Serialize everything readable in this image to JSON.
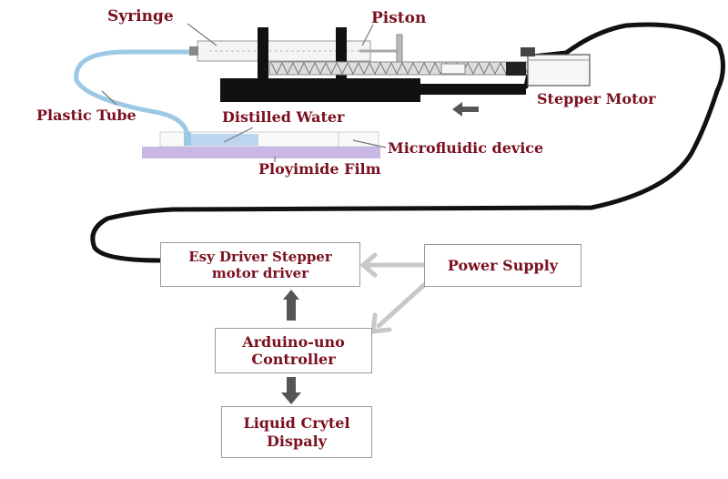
{
  "labels": {
    "syringe": "Syringe",
    "piston": "Piston",
    "plastic_tube": "Plastic Tube",
    "distilled_water": "Distilled Water",
    "stepper_motor": "Stepper Motor",
    "microfluidic_device": "Microfluidic device",
    "polyimide_film": "Ployimide Film"
  },
  "boxes": {
    "driver": {
      "line1": "Esy Driver Stepper",
      "line2": "motor driver"
    },
    "power": {
      "line1": "Power Supply"
    },
    "arduino": {
      "line1": "Arduino-uno",
      "line2": "Controller"
    },
    "lcd": {
      "line1": "Liquid Crytel",
      "line2": "Dispaly"
    }
  },
  "colors": {
    "label_text": "#7a1020",
    "box_border": "#9a9a9a",
    "gray_arrow": "#c8c8c8",
    "dark_arrow": "#555555",
    "frame": "#111111",
    "tube": "#9cc8e6",
    "water": "#bcd6f2",
    "film": "#c9b8e6"
  }
}
